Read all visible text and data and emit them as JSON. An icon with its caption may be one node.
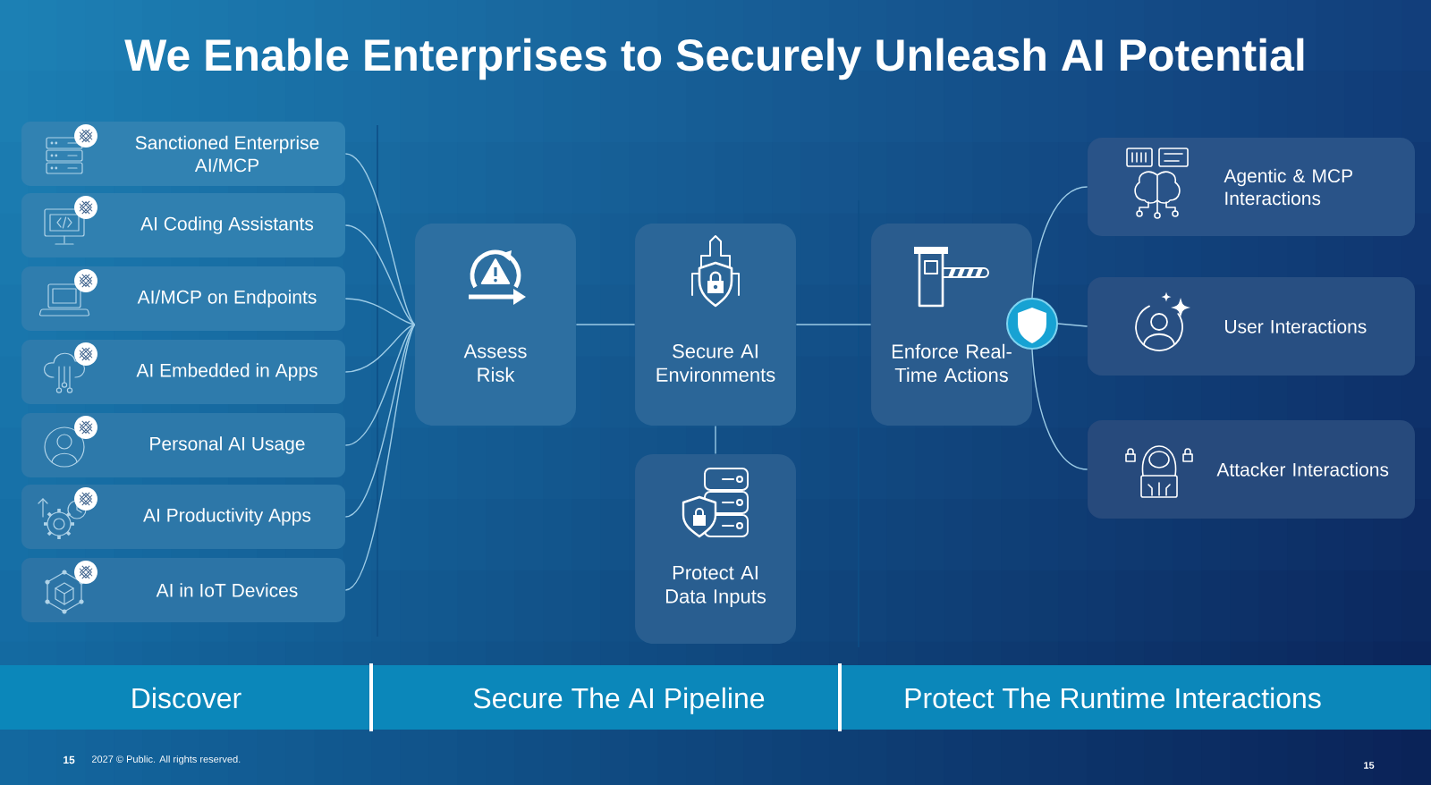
{
  "diagram": {
    "title": "We Enable Enterprises to Securely Unleash AI Potential",
    "nodes": [
      {
        "text": [
          "Sanctioned Enterprise AI/MCP"
        ]
      },
      {
        "text": [
          "AI Coding Assistants"
        ]
      },
      {
        "text": [
          "AI/MCP on Endpoints"
        ]
      },
      {
        "text": [
          "AI Embedded in Apps"
        ]
      },
      {
        "text": [
          "Personal AI Usage"
        ]
      },
      {
        "text": [
          "AI Productivity Apps"
        ]
      },
      {
        "text": [
          "AI in IoT Devices"
        ]
      },
      {
        "text": [
          "Assess Risk"
        ]
      },
      {
        "text": [
          "Secure AI Environments"
        ]
      },
      {
        "text": [
          "Protect AI Data Inputs"
        ]
      },
      {
        "text": [
          "Enforce Real-Time Actions"
        ]
      },
      {
        "text": [],
        "shape": "circle"
      },
      {
        "text": [
          "Agentic & MCP Interactions"
        ]
      },
      {
        "text": [
          "User Interactions"
        ]
      },
      {
        "text": [
          "Attacker Interactions"
        ]
      },
      {
        "text": [
          "Discover"
        ]
      },
      {
        "text": [
          "Secure The AI Pipeline"
        ]
      },
      {
        "text": [
          "Protect The Runtime Interactions"
        ]
      }
    ],
    "edges": [
      {
        "from": 0,
        "to": 7,
        "arrow": "none"
      },
      {
        "from": 1,
        "to": 7,
        "arrow": "none"
      },
      {
        "from": 2,
        "to": 7,
        "arrow": "none"
      },
      {
        "from": 3,
        "to": 7,
        "arrow": "none"
      },
      {
        "from": 4,
        "to": 7,
        "arrow": "none"
      },
      {
        "from": 5,
        "to": 7,
        "arrow": "none"
      },
      {
        "from": 6,
        "to": 7,
        "arrow": "none"
      },
      {
        "from": 7,
        "to": 8,
        "arrow": "none"
      },
      {
        "from": 8,
        "to": 10,
        "arrow": "none"
      },
      {
        "from": 8,
        "to": 9,
        "arrow": "none"
      },
      {
        "from": 11,
        "to": 12,
        "arrow": "none"
      },
      {
        "from": 11,
        "to": 13,
        "arrow": "none"
      },
      {
        "from": 11,
        "to": 14,
        "arrow": "none"
      }
    ],
    "labels": [
      "15",
      "2027 © Public. All rights reserved.",
      "15"
    ]
  }
}
